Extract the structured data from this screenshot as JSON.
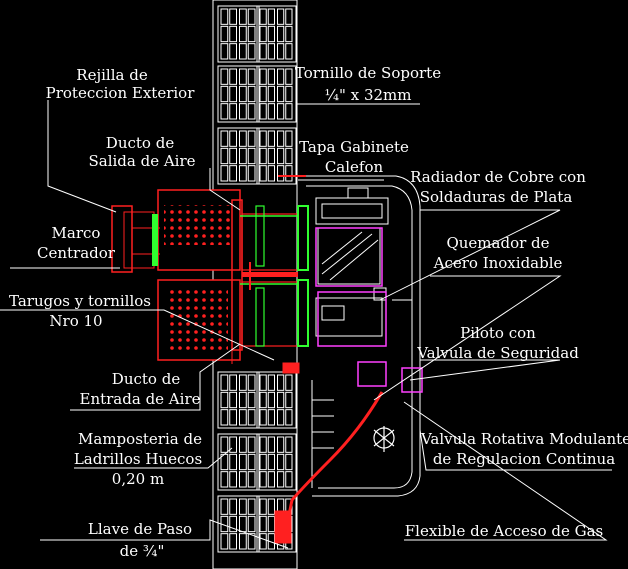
{
  "labels": {
    "rejilla_1": "Rejilla de",
    "rejilla_2": "Proteccion Exterior",
    "ducto_salida_1": "Ducto de",
    "ducto_salida_2": "Salida de Aire",
    "marco_1": "Marco",
    "marco_2": "Centrador",
    "tarugos_1": "Tarugos y tornillos",
    "tarugos_2": "Nro 10",
    "ducto_entrada_1": "Ducto de",
    "ducto_entrada_2": "Entrada de Aire",
    "mamposteria_1": "Mamposteria de",
    "mamposteria_2": "Ladrillos Huecos",
    "mamposteria_3": "0,20 m",
    "llave_1": "Llave de Paso",
    "llave_2": "de ¾\"",
    "tornillo_1": "Tornillo de Soporte",
    "tornillo_2": "¼\" x 32mm",
    "tapa_1": "Tapa Gabinete",
    "tapa_2": "Calefon",
    "radiador_1": "Radiador de Cobre con",
    "radiador_2": "Soldaduras de Plata",
    "quemador_1": "Quemador de",
    "quemador_2": "Acero Inoxidable",
    "piloto_1": "Piloto con",
    "piloto_2": "Valvula de Seguridad",
    "valvula_1": "Valvula Rotativa Modulante",
    "valvula_2": "de Regulacion Continua",
    "flexible_1": "Flexible de Acceso de Gas"
  },
  "colors": {
    "background": "#000000",
    "lines": "#ffffff",
    "duct": "#ff2020",
    "seal": "#30ff30",
    "burner": "#ff40ff"
  }
}
